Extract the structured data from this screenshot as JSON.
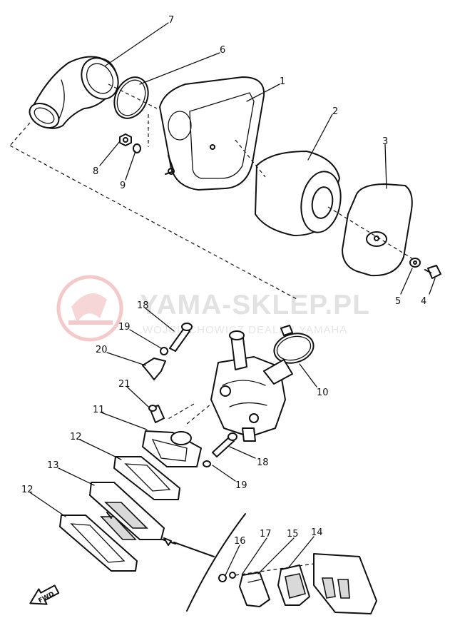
{
  "watermark": {
    "title": "YAMA-SKLEP.PL",
    "subtitle": "WOJCIECHOWICZ DEALER YAMAHA",
    "logo_color": "#f3c4c4"
  },
  "direction_marker": "FWD",
  "callouts": [
    "7",
    "6",
    "1",
    "2",
    "3",
    "8",
    "9",
    "5",
    "4",
    "18",
    "19",
    "20",
    "10",
    "21",
    "11",
    "18",
    "19",
    "12",
    "13",
    "12",
    "16",
    "17",
    "15",
    "14"
  ]
}
